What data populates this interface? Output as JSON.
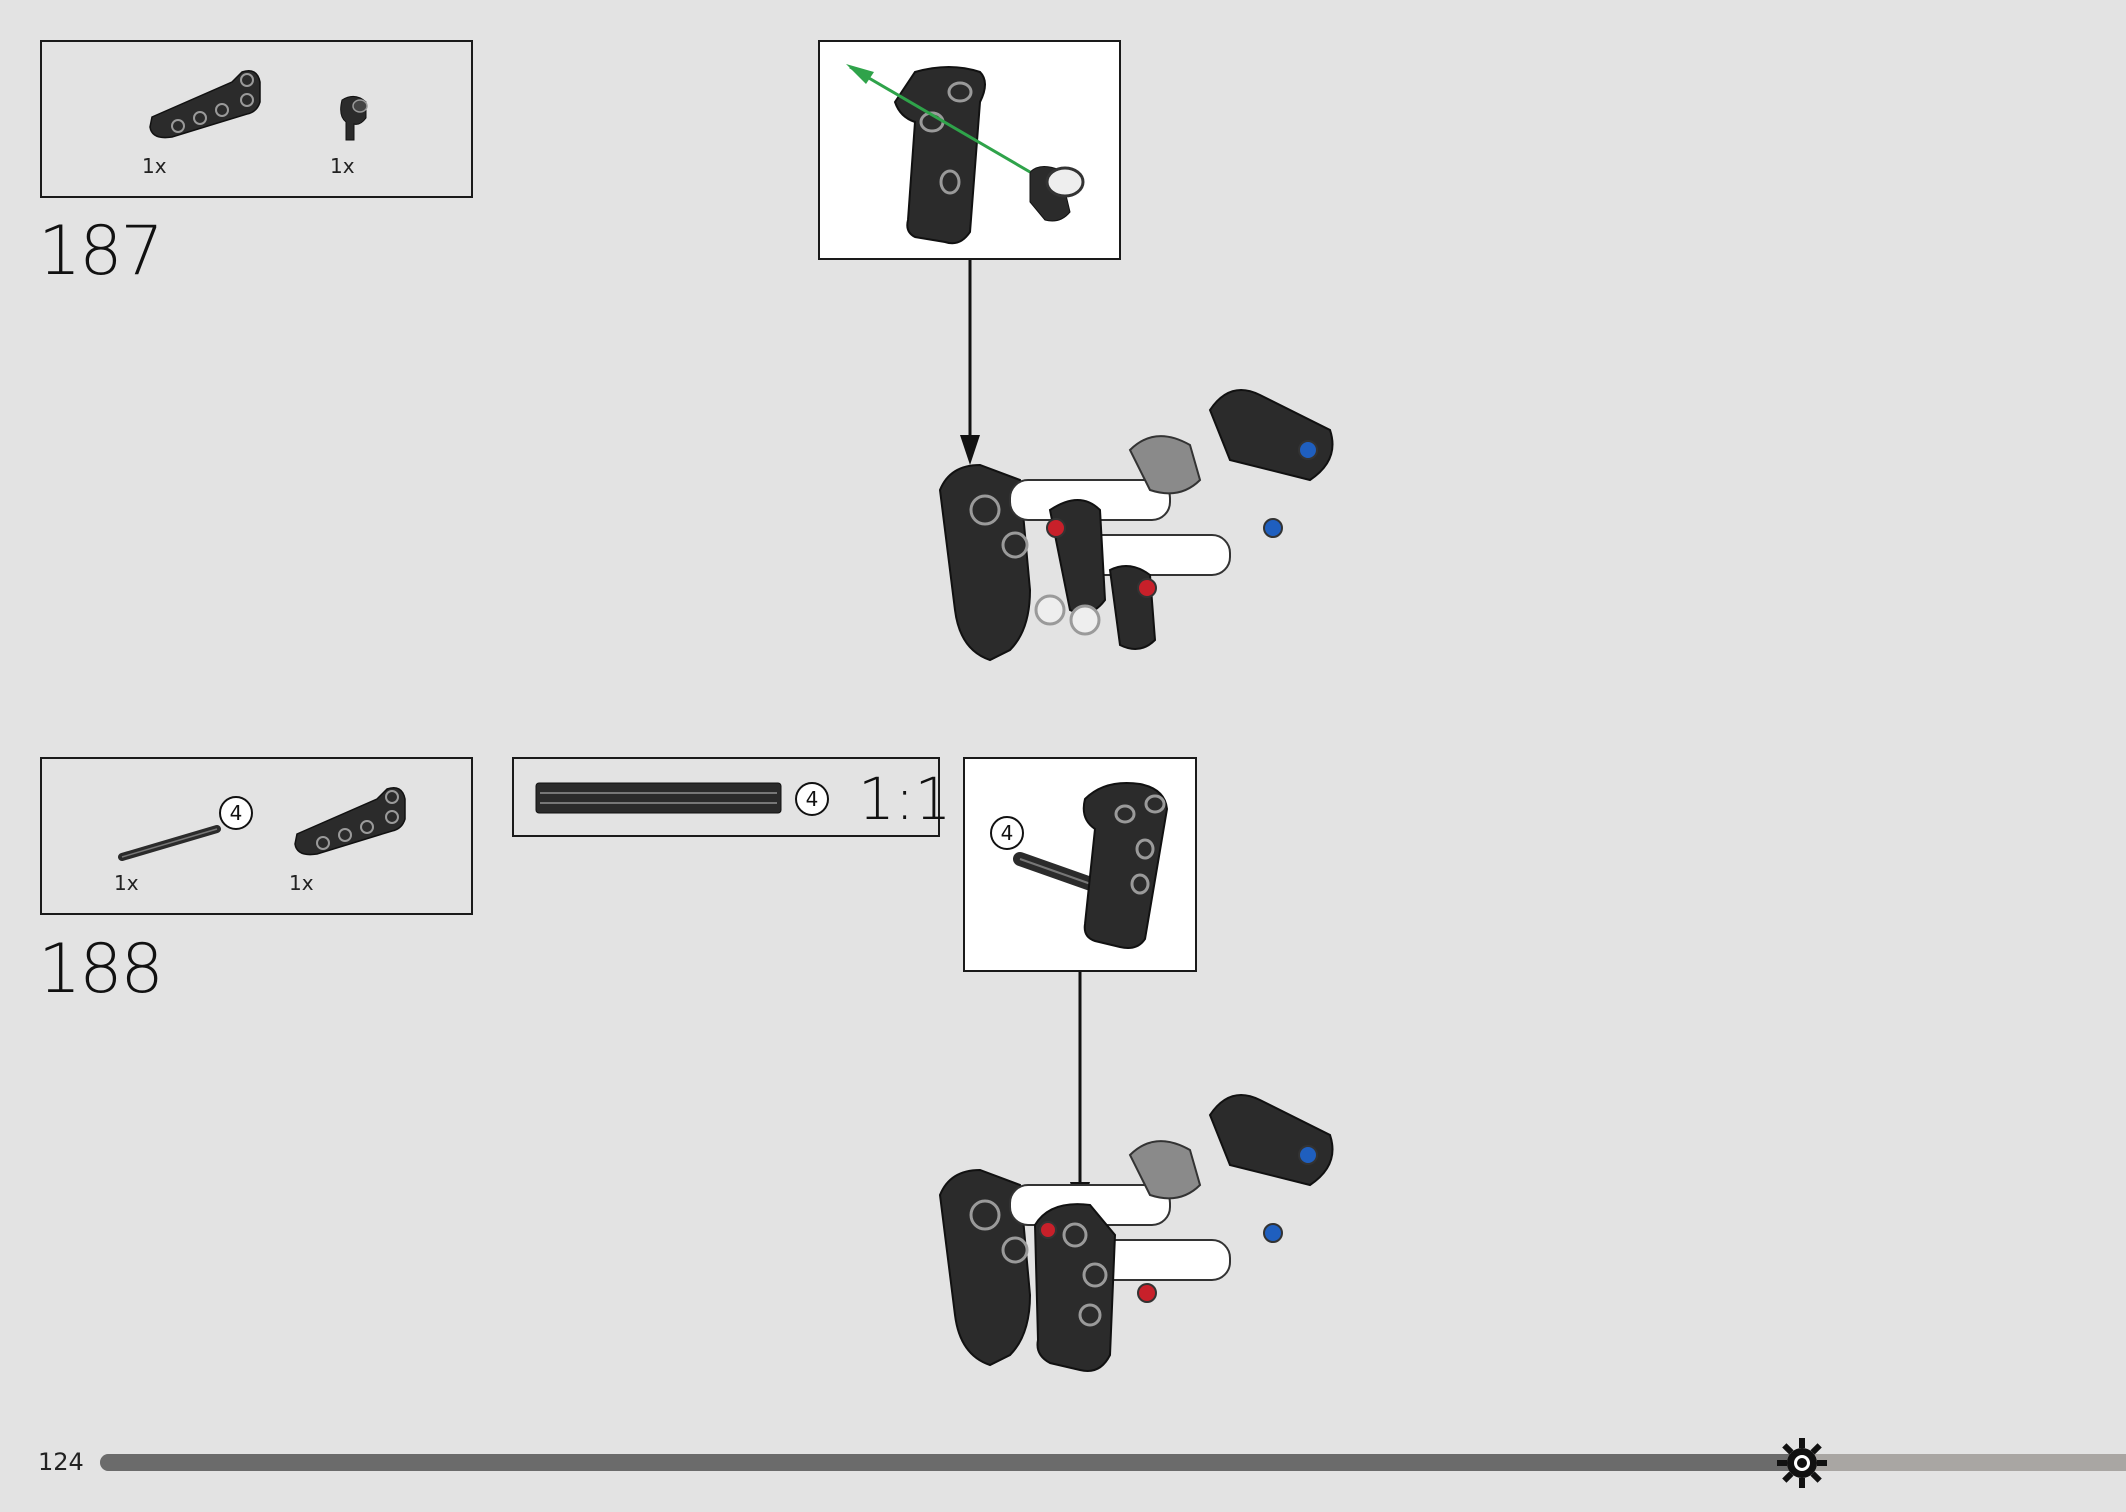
{
  "page": {
    "number": "124",
    "progress": 0.84
  },
  "steps": [
    {
      "number": "187",
      "parts": [
        {
          "icon": "bent-liftarm-icon",
          "qty": "1x"
        },
        {
          "icon": "pin-connector-icon",
          "qty": "1x"
        }
      ]
    },
    {
      "number": "188",
      "parts": [
        {
          "icon": "axle-4-icon",
          "qty": "1x",
          "length": "4"
        },
        {
          "icon": "bent-liftarm-icon",
          "qty": "1x"
        }
      ],
      "scale_ref": {
        "length": "4",
        "scale": "1:1"
      },
      "callout_length": "4"
    }
  ],
  "colors": {
    "background": "#e3e3e3",
    "part_dark": "#2b2b2b",
    "pin_red": "#c8202a",
    "pin_blue": "#1f5fbf",
    "arrow_green": "#2fa34a",
    "progress_fill": "#6b6b6b",
    "progress_track": "#a9a6a3"
  }
}
